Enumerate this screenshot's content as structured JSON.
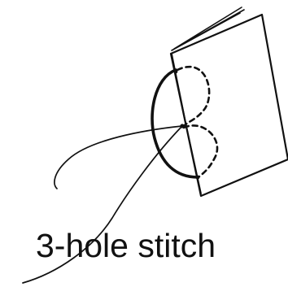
{
  "caption": "3-hole stitch",
  "colors": {
    "ink": "#111111",
    "background": "#ffffff"
  },
  "figure": {
    "subject": "pamphlet-book",
    "hole_count": 3
  }
}
